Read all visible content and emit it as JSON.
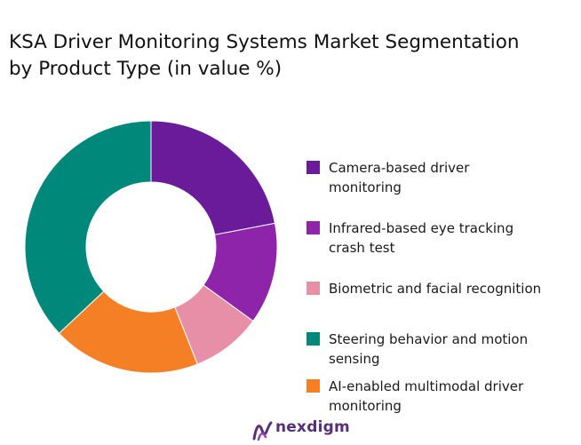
{
  "chart_data": {
    "type": "pie",
    "title": "KSA Driver Monitoring Systems  Market Segmentation\nby Product Type (in value %)",
    "categories": [
      "Camera-based driver\nmonitoring",
      "Infrared-based eye tracking\n crash test",
      "Biometric and facial recognition",
      "Steering behavior and motion\nsensing",
      "AI-enabled multimodal driver\nmonitoring"
    ],
    "values": [
      22,
      13,
      9,
      37,
      19
    ],
    "colors": [
      "#6a1b9a",
      "#8e24aa",
      "#e68fa6",
      "#00897b",
      "#f57f25"
    ],
    "value_unit": "%",
    "legend_position": "right",
    "donut": true
  },
  "branding": {
    "logo_text": "nexdigm",
    "logo_color": "#5a2e78"
  }
}
